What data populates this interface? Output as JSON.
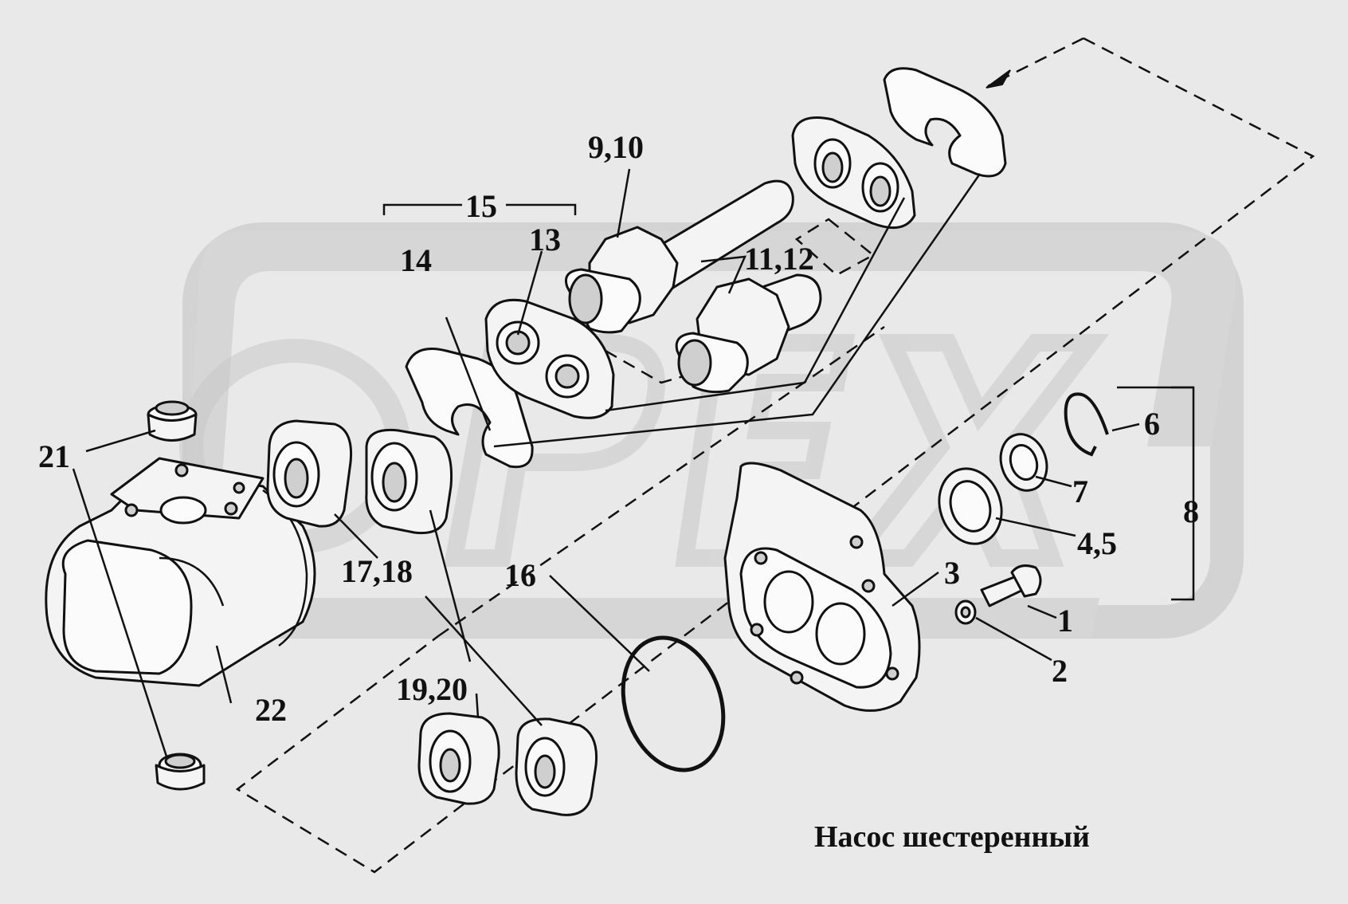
{
  "caption": "Насос шестеренный",
  "watermark": "OPEX",
  "labels": {
    "l1": "1",
    "l2": "2",
    "l3": "3",
    "l45": "4,5",
    "l6": "6",
    "l7": "7",
    "l8": "8",
    "l910": "9,10",
    "l1112": "11,12",
    "l13": "13",
    "l14": "14",
    "l15": "15",
    "l16": "16",
    "l1718": "17,18",
    "l1920": "19,20",
    "l21": "21",
    "l22": "22"
  }
}
